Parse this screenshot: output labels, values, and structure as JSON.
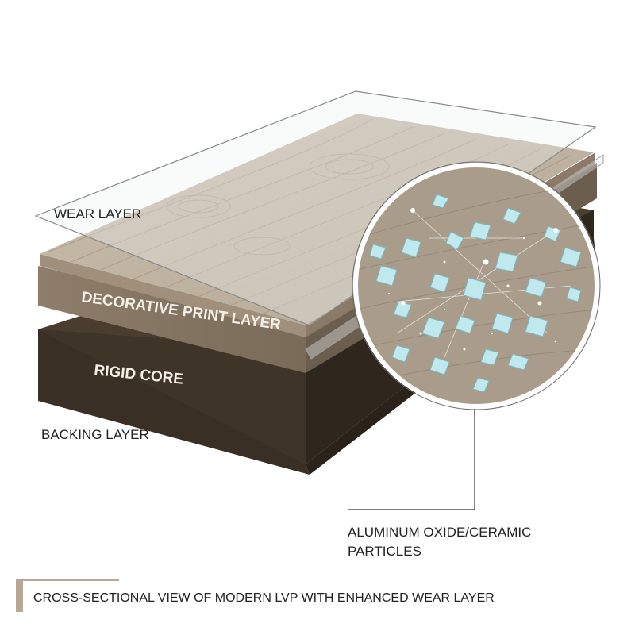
{
  "labels": {
    "wear_layer": "WEAR LAYER",
    "decorative_print_layer": "DECORATIVE PRINT LAYER",
    "rigid_core": "RIGID CORE",
    "backing_layer": "BACKING LAYER",
    "particles_line1": "ALUMINUM OXIDE/CERAMIC",
    "particles_line2": "PARTICLES"
  },
  "caption": "CROSS-SECTIONAL VIEW OF MODERN LVP WITH ENHANCED WEAR LAYER",
  "colors": {
    "backing": "#3f3428",
    "core_face": "#8a7a67",
    "print_top": "#c2b6a6",
    "crystal": "#bfe9ee",
    "caption_bar": "#b8a892"
  },
  "icons": {
    "particle": "crystal-icon",
    "sparkle": "sparkle-icon"
  }
}
